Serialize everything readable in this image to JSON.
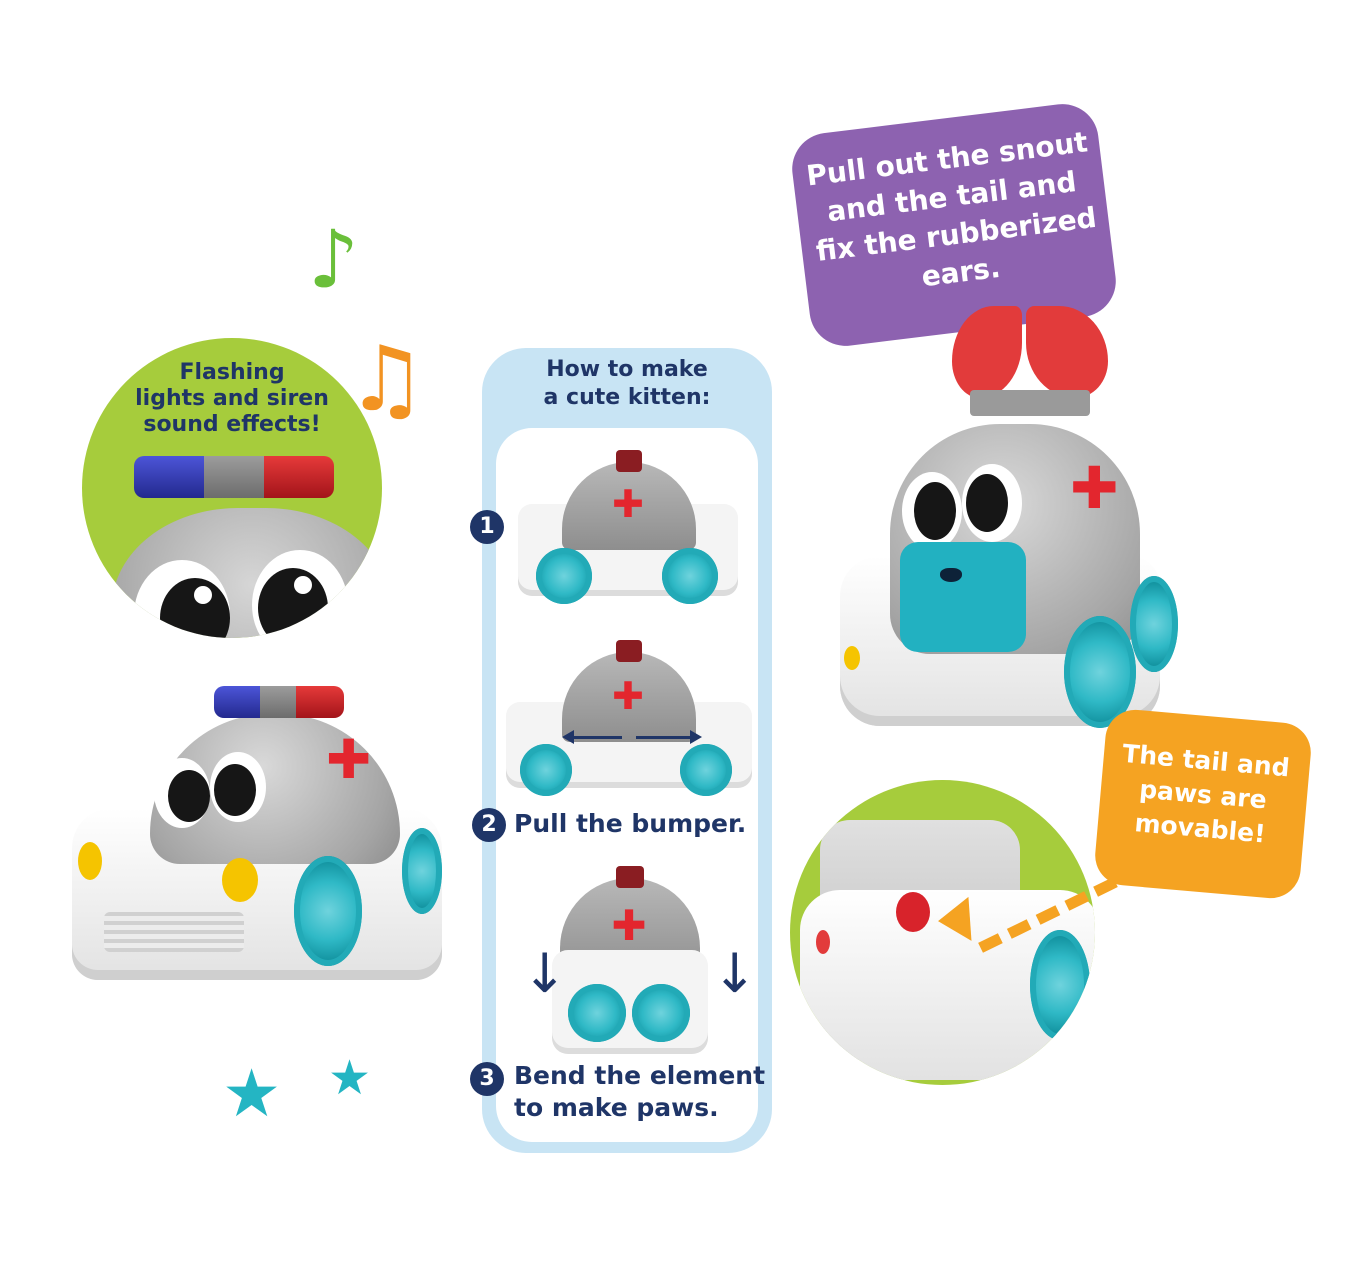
{
  "left_bubble": {
    "lines": [
      "Flashing",
      "lights and siren",
      "sound effects!"
    ]
  },
  "panel": {
    "title_lines": [
      "How to make",
      "a cute kitten:"
    ],
    "steps": [
      {
        "number": "1",
        "lines": []
      },
      {
        "number": "2",
        "lines": [
          "Pull the bumper."
        ]
      },
      {
        "number": "3",
        "lines": [
          "Bend the element",
          "to make paws."
        ]
      }
    ]
  },
  "purple_bubble": {
    "lines": [
      "Pull out the snout",
      "and the tail and",
      "fix the rubberized",
      "ears."
    ]
  },
  "orange_bubble": {
    "lines": [
      "The tail and",
      "paws are",
      "movable!"
    ]
  },
  "icons": {
    "note_green": "♪",
    "note_orange": "♫",
    "star": "★",
    "cross": "✚",
    "arrow_down": "↓"
  },
  "colors": {
    "green": "#a6cc3c",
    "panel_blue": "#c8e4f4",
    "navy_text": "#1f3567",
    "purple": "#8d62b0",
    "orange": "#f5a322",
    "teal": "#24b5c3",
    "red_cross": "#e3262e"
  }
}
